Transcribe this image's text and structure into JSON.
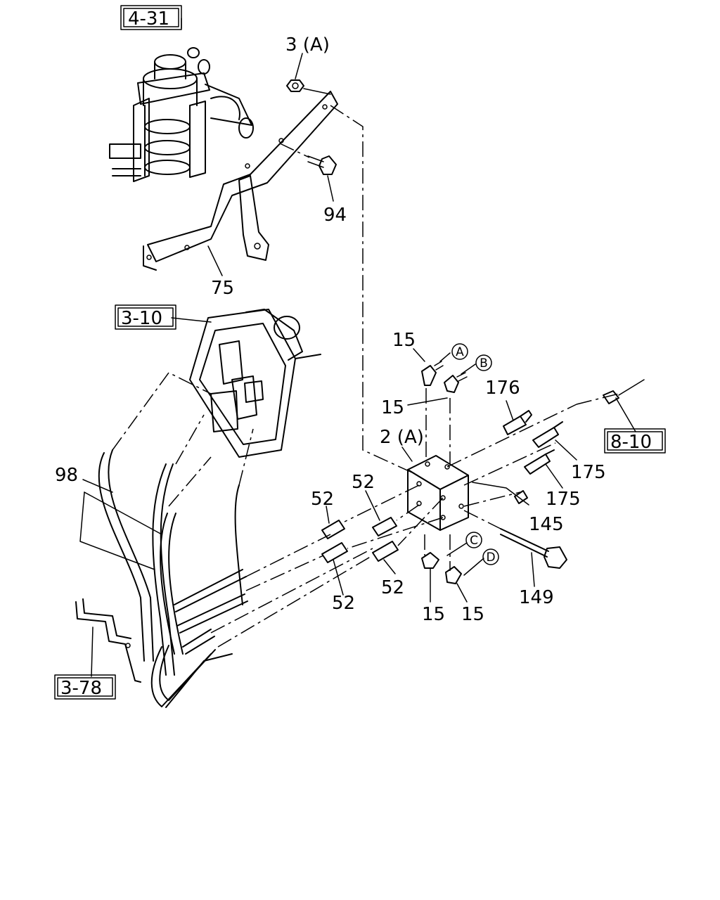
{
  "references": {
    "r431": "4-31",
    "r310": "3-10",
    "r810": "8-10",
    "r378": "3-78"
  },
  "parts": {
    "p3A": "3 (A)",
    "p94": "94",
    "p75": "75",
    "p15a": "15",
    "p15b": "15",
    "p15c": "15",
    "p15d": "15",
    "p176": "176",
    "p2A": "2 (A)",
    "p175a": "175",
    "p175b": "175",
    "p145": "145",
    "p98": "98",
    "p52a": "52",
    "p52b": "52",
    "p52c": "52",
    "p52d": "52",
    "p149": "149"
  },
  "callouts": {
    "cA": "A",
    "cB": "B",
    "cC": "C",
    "cD": "D"
  }
}
